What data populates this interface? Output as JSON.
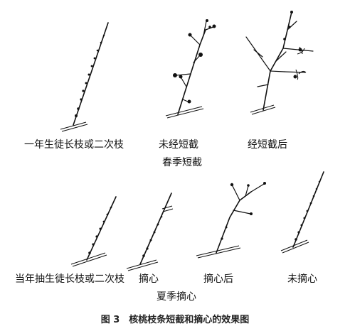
{
  "figure": {
    "labels": {
      "spring_branch": "一年生徒长枝或二次枝",
      "spring_uncut": "未经短截",
      "spring_cut": "经短截后",
      "spring_group": "春季短截",
      "summer_branch": "当年抽生徒长枝或二次枝",
      "summer_pinch": "摘心",
      "summer_after_pinch": "摘心后",
      "summer_unpinched": "未摘心",
      "summer_group": "夏季摘心"
    },
    "caption": "图 3　核桃枝条短截和摘心的效果图"
  }
}
